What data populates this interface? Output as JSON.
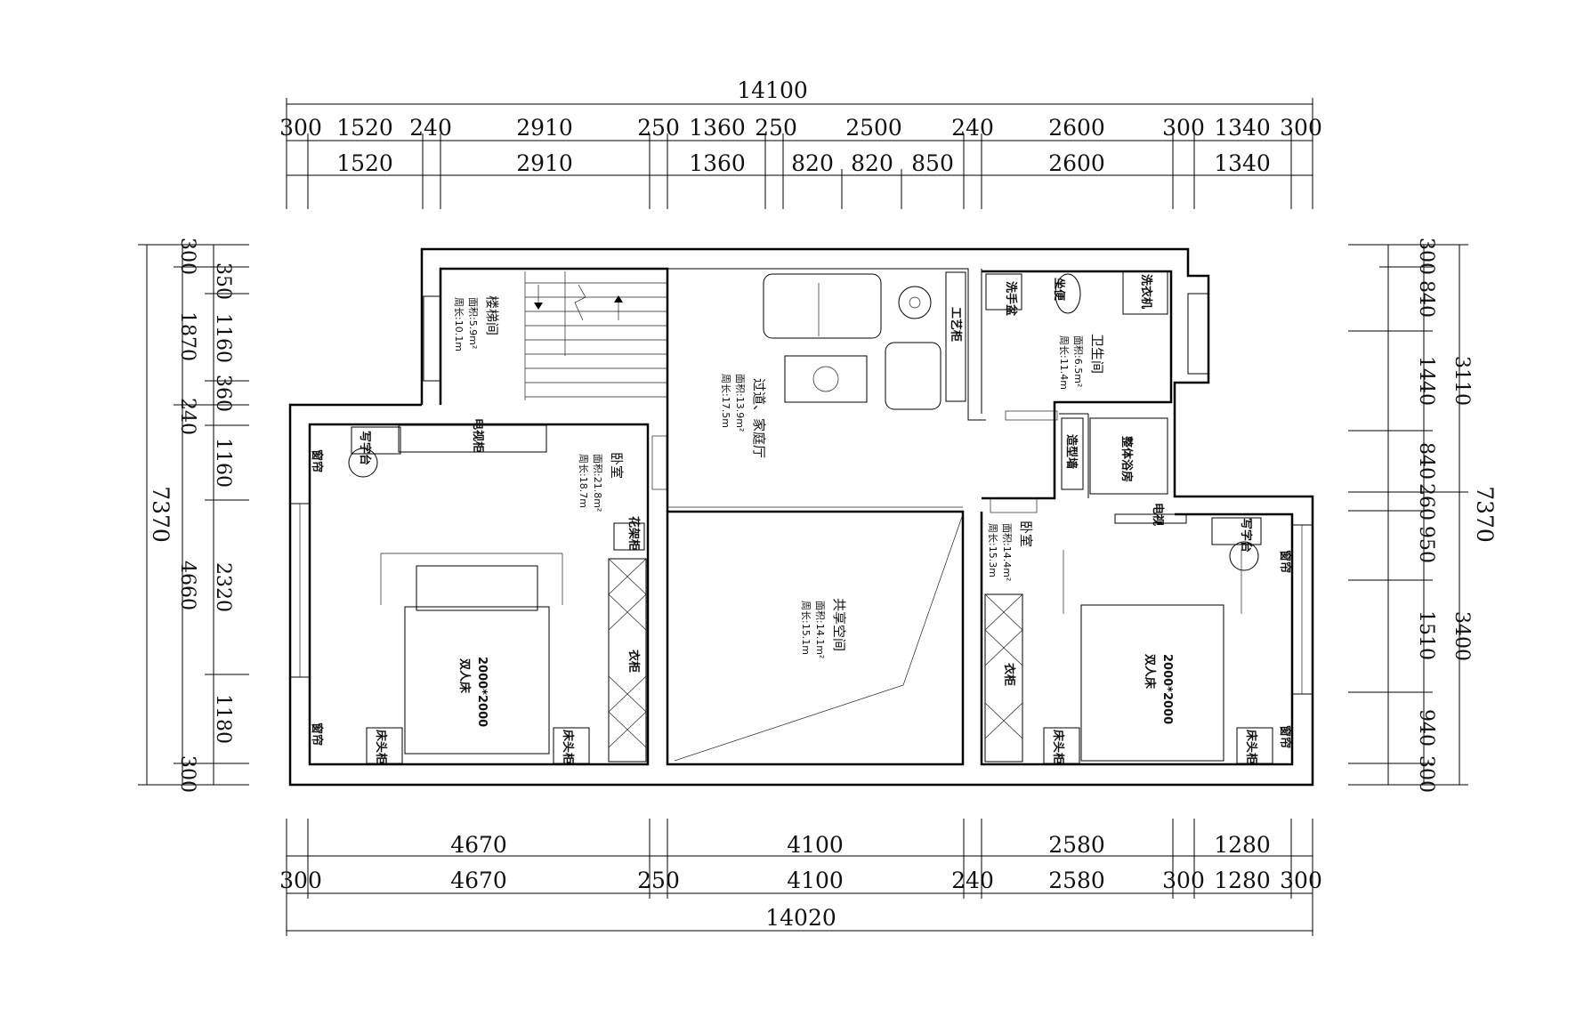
{
  "dimensions": {
    "top_total": "14100",
    "top_row1": [
      "300",
      "1520",
      "240",
      "2910",
      "250",
      "1360",
      "250",
      "2500",
      "240",
      "2600",
      "300",
      "1340",
      "300"
    ],
    "top_row2": [
      "1520",
      "2910",
      "1360",
      "820",
      "820",
      "850",
      "2600",
      "1340"
    ],
    "bottom_row1": [
      "4670",
      "4100",
      "2580",
      "1280"
    ],
    "bottom_row2": [
      "300",
      "4670",
      "250",
      "4100",
      "240",
      "2580",
      "300",
      "1280",
      "300"
    ],
    "bottom_total": "14020",
    "left_total": "7370",
    "left_col1": [
      "300",
      "1870",
      "240",
      "4660",
      "300"
    ],
    "left_col2": [
      "350",
      "1160",
      "360",
      "1160",
      "2320",
      "1180"
    ],
    "right_total": "7370",
    "right_col1": [
      "300",
      "840",
      "1440",
      "840",
      "260",
      "950",
      "1510",
      "940",
      "300"
    ],
    "right_col2": [
      "3110",
      "3400"
    ]
  },
  "rooms": {
    "stair": {
      "name": "楼梯间",
      "area": "面积:5.9m²",
      "perimeter": "周长:10.1m"
    },
    "hall": {
      "name": "过道、家庭厅",
      "area": "面积:13.9m²",
      "perimeter": "周长:17.5m"
    },
    "bath": {
      "name": "卫生间",
      "area": "面积:6.5m²",
      "perimeter": "周长:11.4m"
    },
    "bed_left": {
      "name": "卧室",
      "area": "面积:21.8m²",
      "perimeter": "周长:18.7m"
    },
    "shared": {
      "name": "共享空间",
      "area": "面积:14.1m²",
      "perimeter": "周长:15.1m"
    },
    "bed_right": {
      "name": "卧室",
      "area": "面积:14.4m²",
      "perimeter": "周长:15.3m"
    }
  },
  "furniture": {
    "craft_cabinet": "工艺柜",
    "wash_basin": "洗手盆",
    "toilet": "坐便",
    "washer": "洗衣机",
    "tv_cabinet": "电视柜",
    "desk": "写字台",
    "curtain": "窗帘",
    "flower_shelf": "花架柜",
    "wardrobe": "衣柜",
    "nightstand": "床头柜",
    "double_bed": "双人床",
    "bed_size": "2000*2000",
    "feature_wall": "造型墙",
    "shower": "整体浴房",
    "tv": "电视"
  }
}
